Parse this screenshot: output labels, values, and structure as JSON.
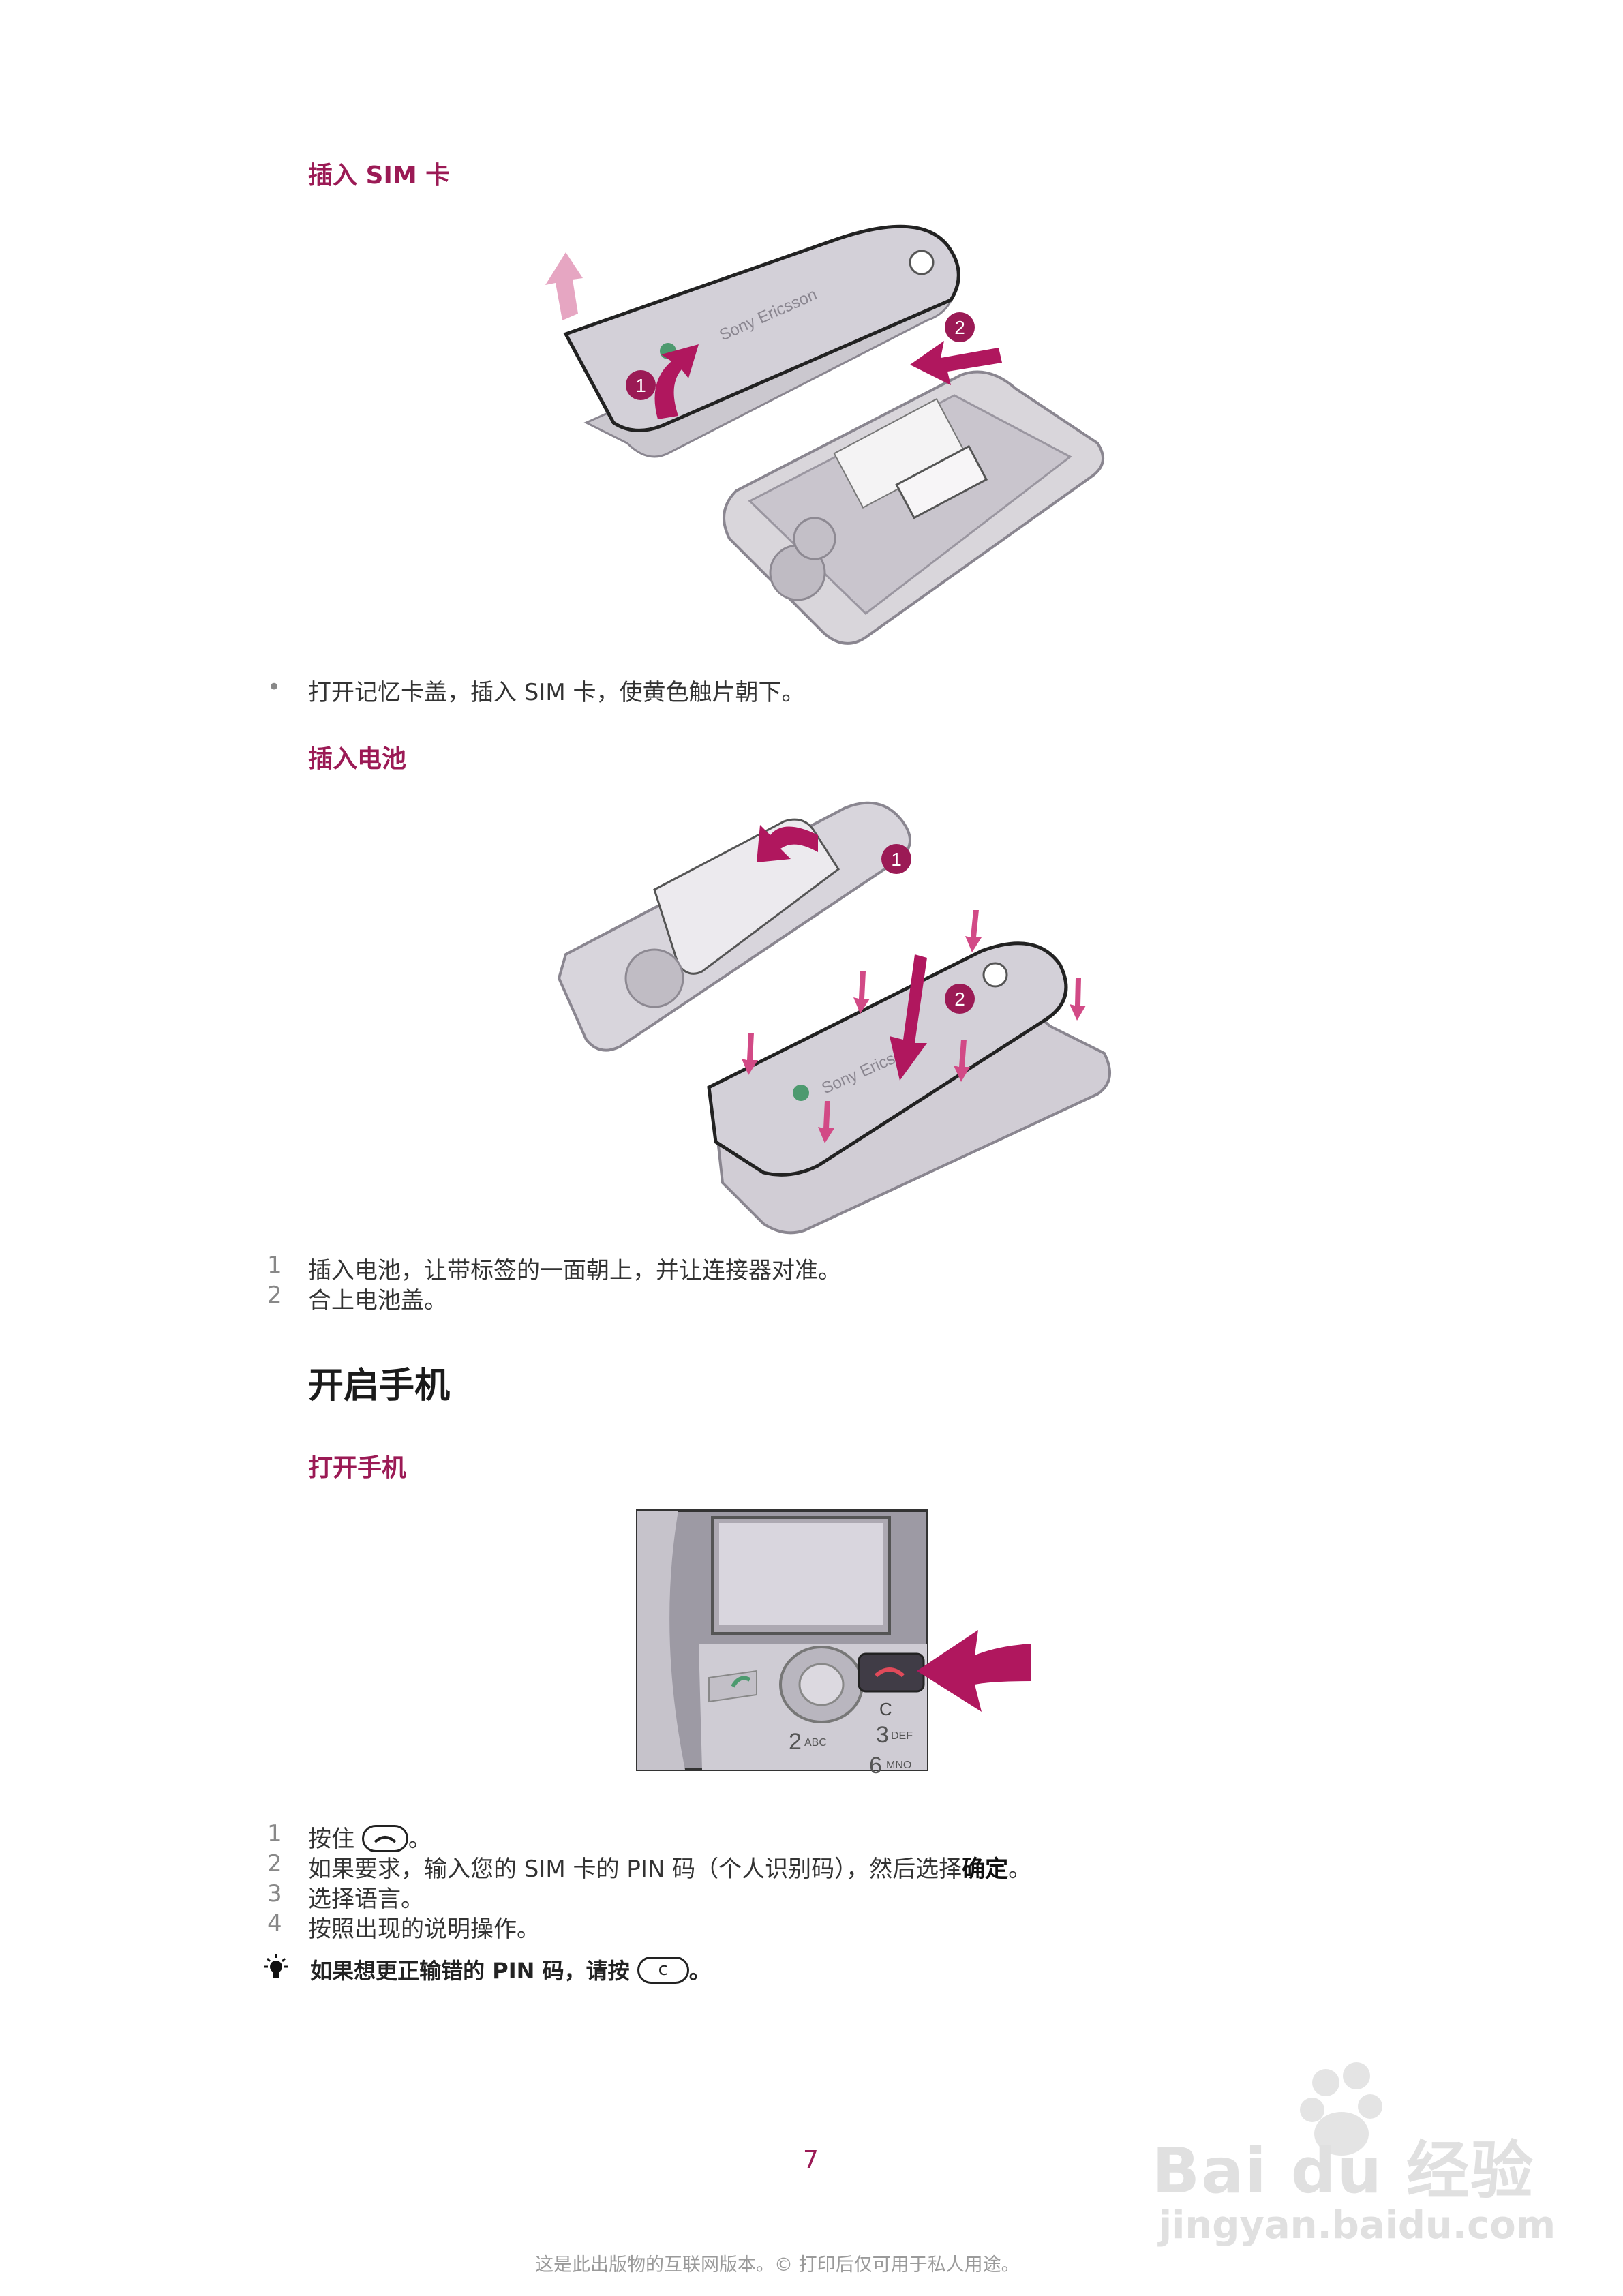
{
  "sections": {
    "sim": {
      "title": "插入 SIM 卡",
      "bullet": "打开记忆卡盖，插入 SIM 卡，使黄色触片朝下。",
      "brand_label": "Sony Ericsson",
      "callouts": [
        "1",
        "2"
      ]
    },
    "battery": {
      "title": "插入电池",
      "steps": [
        {
          "num": "1",
          "text": "插入电池，让带标签的一面朝上，并让连接器对准。"
        },
        {
          "num": "2",
          "text": "合上电池盖。"
        }
      ],
      "brand_label": "Sony Ericsson",
      "callouts": [
        "1",
        "2"
      ]
    },
    "power": {
      "heading": "开启手机",
      "title": "打开手机",
      "steps": [
        {
          "num": "1",
          "pre": "按住",
          "post": "。"
        },
        {
          "num": "2",
          "pre": "如果要求，输入您的 SIM 卡的 PIN 码（个人识别码），然后选择",
          "bold": "确定",
          "post": "。"
        },
        {
          "num": "3",
          "text": "选择语言。"
        },
        {
          "num": "4",
          "text": "按照出现的说明操作。"
        }
      ],
      "tip": {
        "pre": "如果想更正输错的 PIN 码，请按",
        "key": "c",
        "post": "。"
      },
      "keypad": {
        "c": "C",
        "k2": "2",
        "k2_letters": "ABC",
        "k3": "3",
        "k3_letters": "DEF",
        "k6": "6",
        "k6_letters": "MNO"
      }
    }
  },
  "footer": {
    "page_number": "7",
    "note": "这是此出版物的互联网版本。© 打印后仅可用于私人用途。"
  },
  "watermark": {
    "brand": "Bai du 经验",
    "url": "jingyan.baidu.com"
  },
  "colors": {
    "accent": "#9b1a55",
    "arrow": "#b0175e"
  },
  "icons": {
    "tip": "lightbulb-icon",
    "end_key": "end-call-key-icon",
    "clear_key": "c-key-icon"
  }
}
